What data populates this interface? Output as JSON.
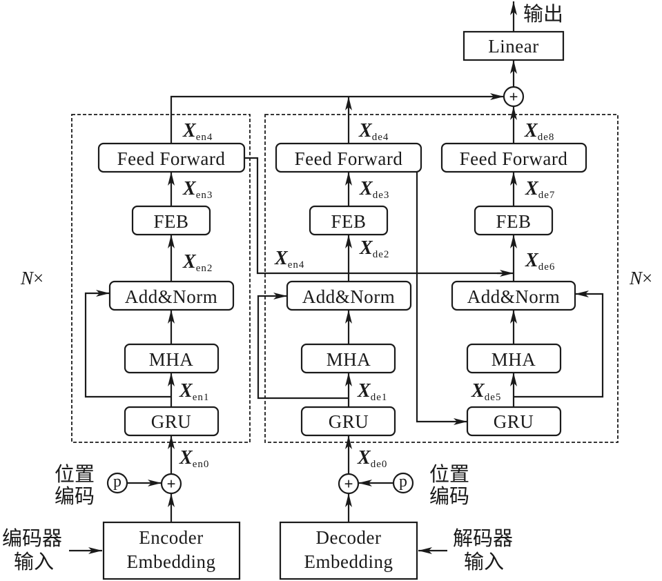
{
  "diagram": {
    "output_label": "输出",
    "linear_label": "Linear",
    "repeat_label_left": "N×",
    "repeat_label_right": "N×",
    "encoder": {
      "feed_forward": "Feed Forward",
      "feb": "FEB",
      "add_norm": "Add&Norm",
      "mha": "MHA",
      "gru": "GRU",
      "embedding_line1": "Encoder",
      "embedding_line2": "Embedding",
      "input_label_line1": "编码器",
      "input_label_line2": "输入",
      "pos_label_line1": "位置",
      "pos_label_line2": "编码",
      "pos_symbol": "p"
    },
    "decoder": {
      "feed_forward_1": "Feed Forward",
      "feb_1": "FEB",
      "add_norm_1": "Add&Norm",
      "mha_1": "MHA",
      "gru_1": "GRU",
      "feed_forward_2": "Feed Forward",
      "feb_2": "FEB",
      "add_norm_2": "Add&Norm",
      "mha_2": "MHA",
      "gru_2": "GRU",
      "embedding_line1": "Decoder",
      "embedding_line2": "Embedding",
      "input_label_line1": "解码器",
      "input_label_line2": "输入",
      "pos_label_line1": "位置",
      "pos_label_line2": "编码",
      "pos_symbol": "p"
    },
    "sum_symbol": "+",
    "variables": {
      "X": "X",
      "en0": "en0",
      "en1": "en1",
      "en2": "en2",
      "en3": "en3",
      "en4": "en4",
      "en4_cross": "en4",
      "de0": "de0",
      "de1": "de1",
      "de2": "de2",
      "de3": "de3",
      "de4": "de4",
      "de5": "de5",
      "de6": "de6",
      "de7": "de7",
      "de8": "de8"
    }
  }
}
